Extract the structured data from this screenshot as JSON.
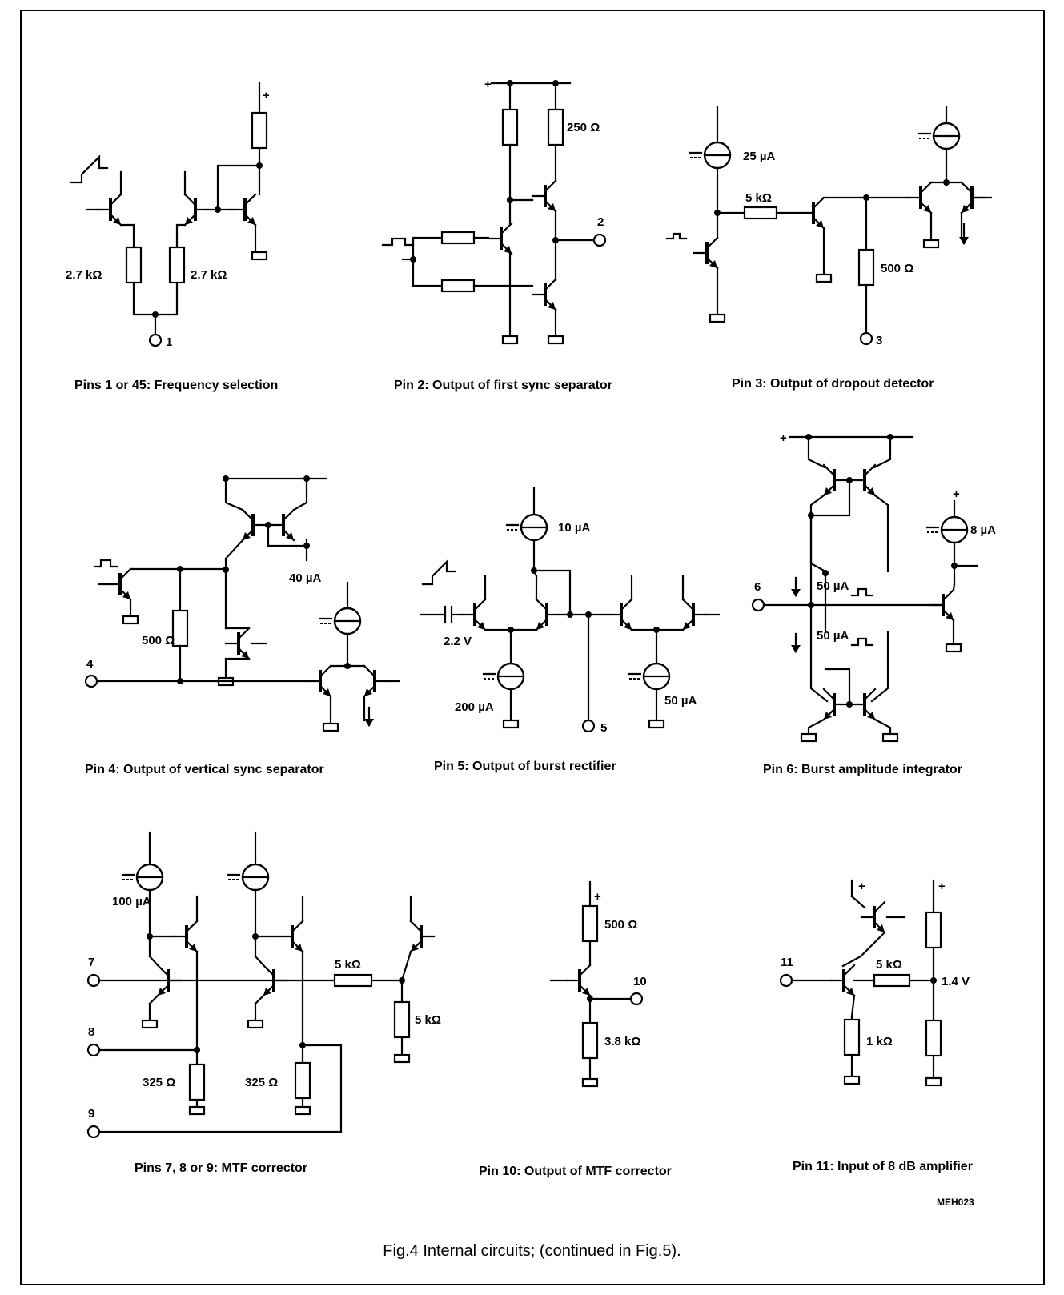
{
  "circuits": [
    {
      "caption": "Pins 1 or 45: Frequency selection",
      "labels": [
        "2.7 kΩ",
        "2.7 kΩ",
        "1",
        "+"
      ]
    },
    {
      "caption": "Pin 2: Output of first sync separator",
      "labels": [
        "250 Ω",
        "2",
        "+"
      ]
    },
    {
      "caption": "Pin 3: Output of dropout detector",
      "labels": [
        "25 µA",
        "5 kΩ",
        "500 Ω",
        "3"
      ]
    },
    {
      "caption": "Pin 4: Output of vertical sync separator",
      "labels": [
        "40 µA",
        "500 Ω",
        "4"
      ]
    },
    {
      "caption": "Pin 5: Output of burst rectifier",
      "labels": [
        "10 µA",
        "2.2 V",
        "200 µA",
        "50 µA",
        "5"
      ]
    },
    {
      "caption": "Pin 6: Burst amplitude integrator",
      "labels": [
        "8 µA",
        "50 µA",
        "50 µA",
        "6",
        "+",
        "+"
      ]
    },
    {
      "caption": "Pins 7, 8 or 9: MTF corrector",
      "labels": [
        "100 µA",
        "5 kΩ",
        "5 kΩ",
        "325 Ω",
        "325 Ω",
        "7",
        "8",
        "9"
      ]
    },
    {
      "caption": "Pin 10: Output of MTF corrector",
      "labels": [
        "500 Ω",
        "3.8 kΩ",
        "10",
        "+"
      ]
    },
    {
      "caption": "Pin 11: Input of 8 dB amplifier",
      "labels": [
        "5 kΩ",
        "1.4 V",
        "1 kΩ",
        "11",
        "+",
        "+"
      ]
    }
  ],
  "code": "MEH023",
  "figure_caption": "Fig.4  Internal circuits; (continued in Fig.5)."
}
